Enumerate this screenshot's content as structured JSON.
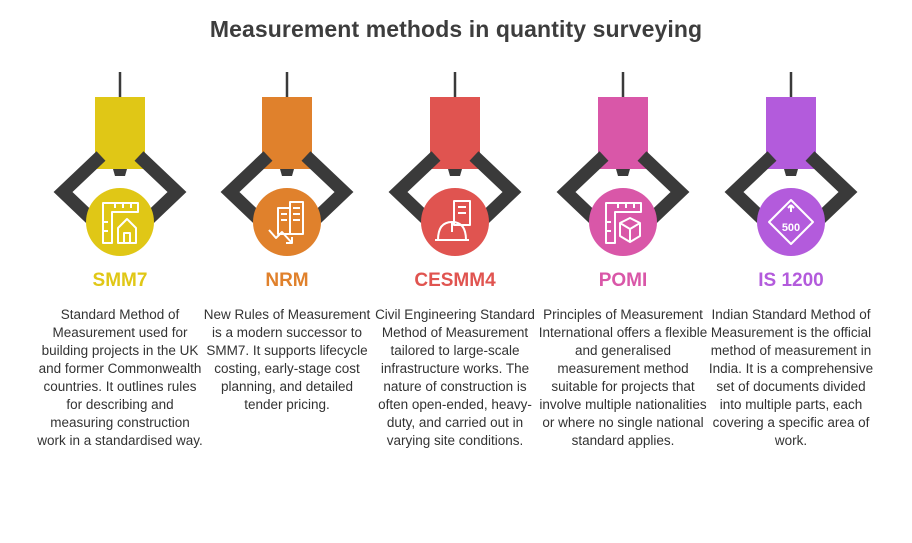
{
  "title": "Measurement methods in quantity surveying",
  "methods": [
    {
      "name": "SMM7",
      "color": "#e0c716",
      "icon": "ruler-house-icon",
      "description": "Standard Method of Measurement used for building projects in the UK and former Commonwealth countries. It outlines rules for describing and measuring construction work in a standardised way."
    },
    {
      "name": "NRM",
      "color": "#e0812c",
      "icon": "building-chart-icon",
      "description": "New Rules of Measurement is a modern successor to SMM7. It supports lifecycle costing, early-stage cost planning, and detailed tender pricing."
    },
    {
      "name": "CESMM4",
      "color": "#e05450",
      "icon": "hardhat-building-icon",
      "description": "Civil Engineering Standard Method of Measurement tailored to large-scale infrastructure works. The nature of construction is often open-ended, heavy-duty, and carried out in varying site conditions."
    },
    {
      "name": "POMI",
      "color": "#d957a8",
      "icon": "ruler-cube-icon",
      "description": "Principles of Measurement International offers a flexible and generalised measurement method suitable for projects that involve multiple nationalities or where no single national standard applies."
    },
    {
      "name": "IS 1200",
      "color": "#b35bdc",
      "icon": "sign-500-icon",
      "description": "Indian Standard Method of Measurement is the official method of measurement in India. It is a comprehensive set of documents divided into multiple parts, each covering a specific area of work."
    }
  ],
  "sign_text": "500"
}
